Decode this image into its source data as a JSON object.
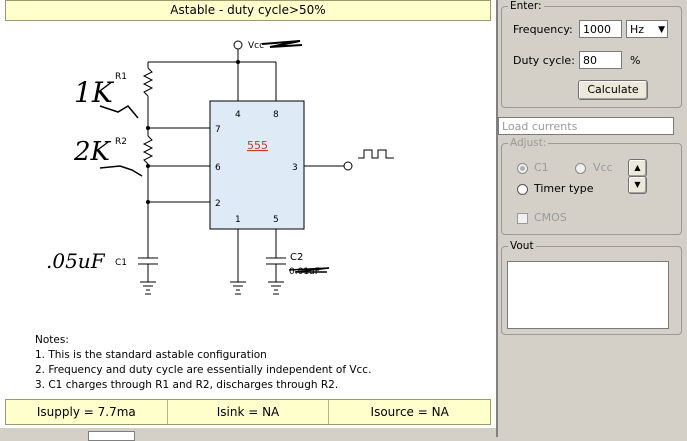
{
  "title": "Astable - duty cycle>50%",
  "schematic": {
    "vcc_label": "Vcc",
    "r1_label": "R1",
    "r2_label": "R2",
    "c1_label": "C1",
    "c2_label": "C2",
    "c2_value": "0.01uF",
    "chip_label": "555",
    "pins": [
      "4",
      "8",
      "7",
      "6",
      "3",
      "2",
      "1",
      "5"
    ],
    "handwritten_r1": "1K",
    "handwritten_r2": "2K",
    "handwritten_c1": ".05uF"
  },
  "notes": {
    "heading": "Notes:",
    "lines": [
      "1. This is the standard astable configuration",
      "2. Frequency and duty cycle are essentially independent  of Vcc.",
      "3. C1 charges through R1 and R2, discharges through R2."
    ]
  },
  "status": {
    "isupply": "Isupply =  7.7ma",
    "isink": "Isink = NA",
    "isource": "Isource = NA"
  },
  "enter": {
    "title": "Enter:",
    "frequency_label": "Frequency:",
    "frequency_value": "1000",
    "frequency_unit": "Hz",
    "duty_label": "Duty cycle:",
    "duty_value": "80",
    "duty_unit": "%",
    "calculate_label": "Calculate"
  },
  "load_currents_placeholder": "Load currents",
  "adjust": {
    "title": "Adjust:",
    "c1_label": "C1",
    "vcc_label": "Vcc",
    "timer_type_label": "Timer type",
    "cmos_label": "CMOS"
  },
  "vout": {
    "title": "Vout"
  }
}
